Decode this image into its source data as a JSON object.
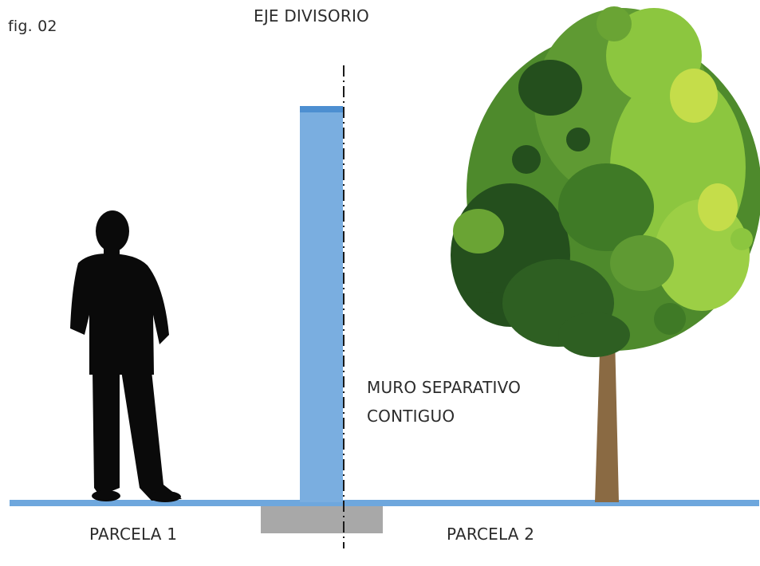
{
  "figure": {
    "fig_label": "fig. 02",
    "axis_label": "EJE DIVISORIO",
    "wall_label_line1": "MURO SEPARATIVO",
    "wall_label_line2": "CONTIGUO",
    "parcel_left_label": "PARCELA 1",
    "parcel_right_label": "PARCELA 2"
  },
  "colors": {
    "wall": "#7aaee0",
    "ground": "#6ea7dd",
    "footing": "#a8a8a8",
    "axis_line": "#1a1a1a",
    "person": "#0a0a0a",
    "trunk": "#8a6a43",
    "foliage_dark": "#244f1d",
    "foliage_mid": "#4e8a2c",
    "foliage_light": "#8cc63f",
    "foliage_highlight": "#c5dd4a"
  }
}
